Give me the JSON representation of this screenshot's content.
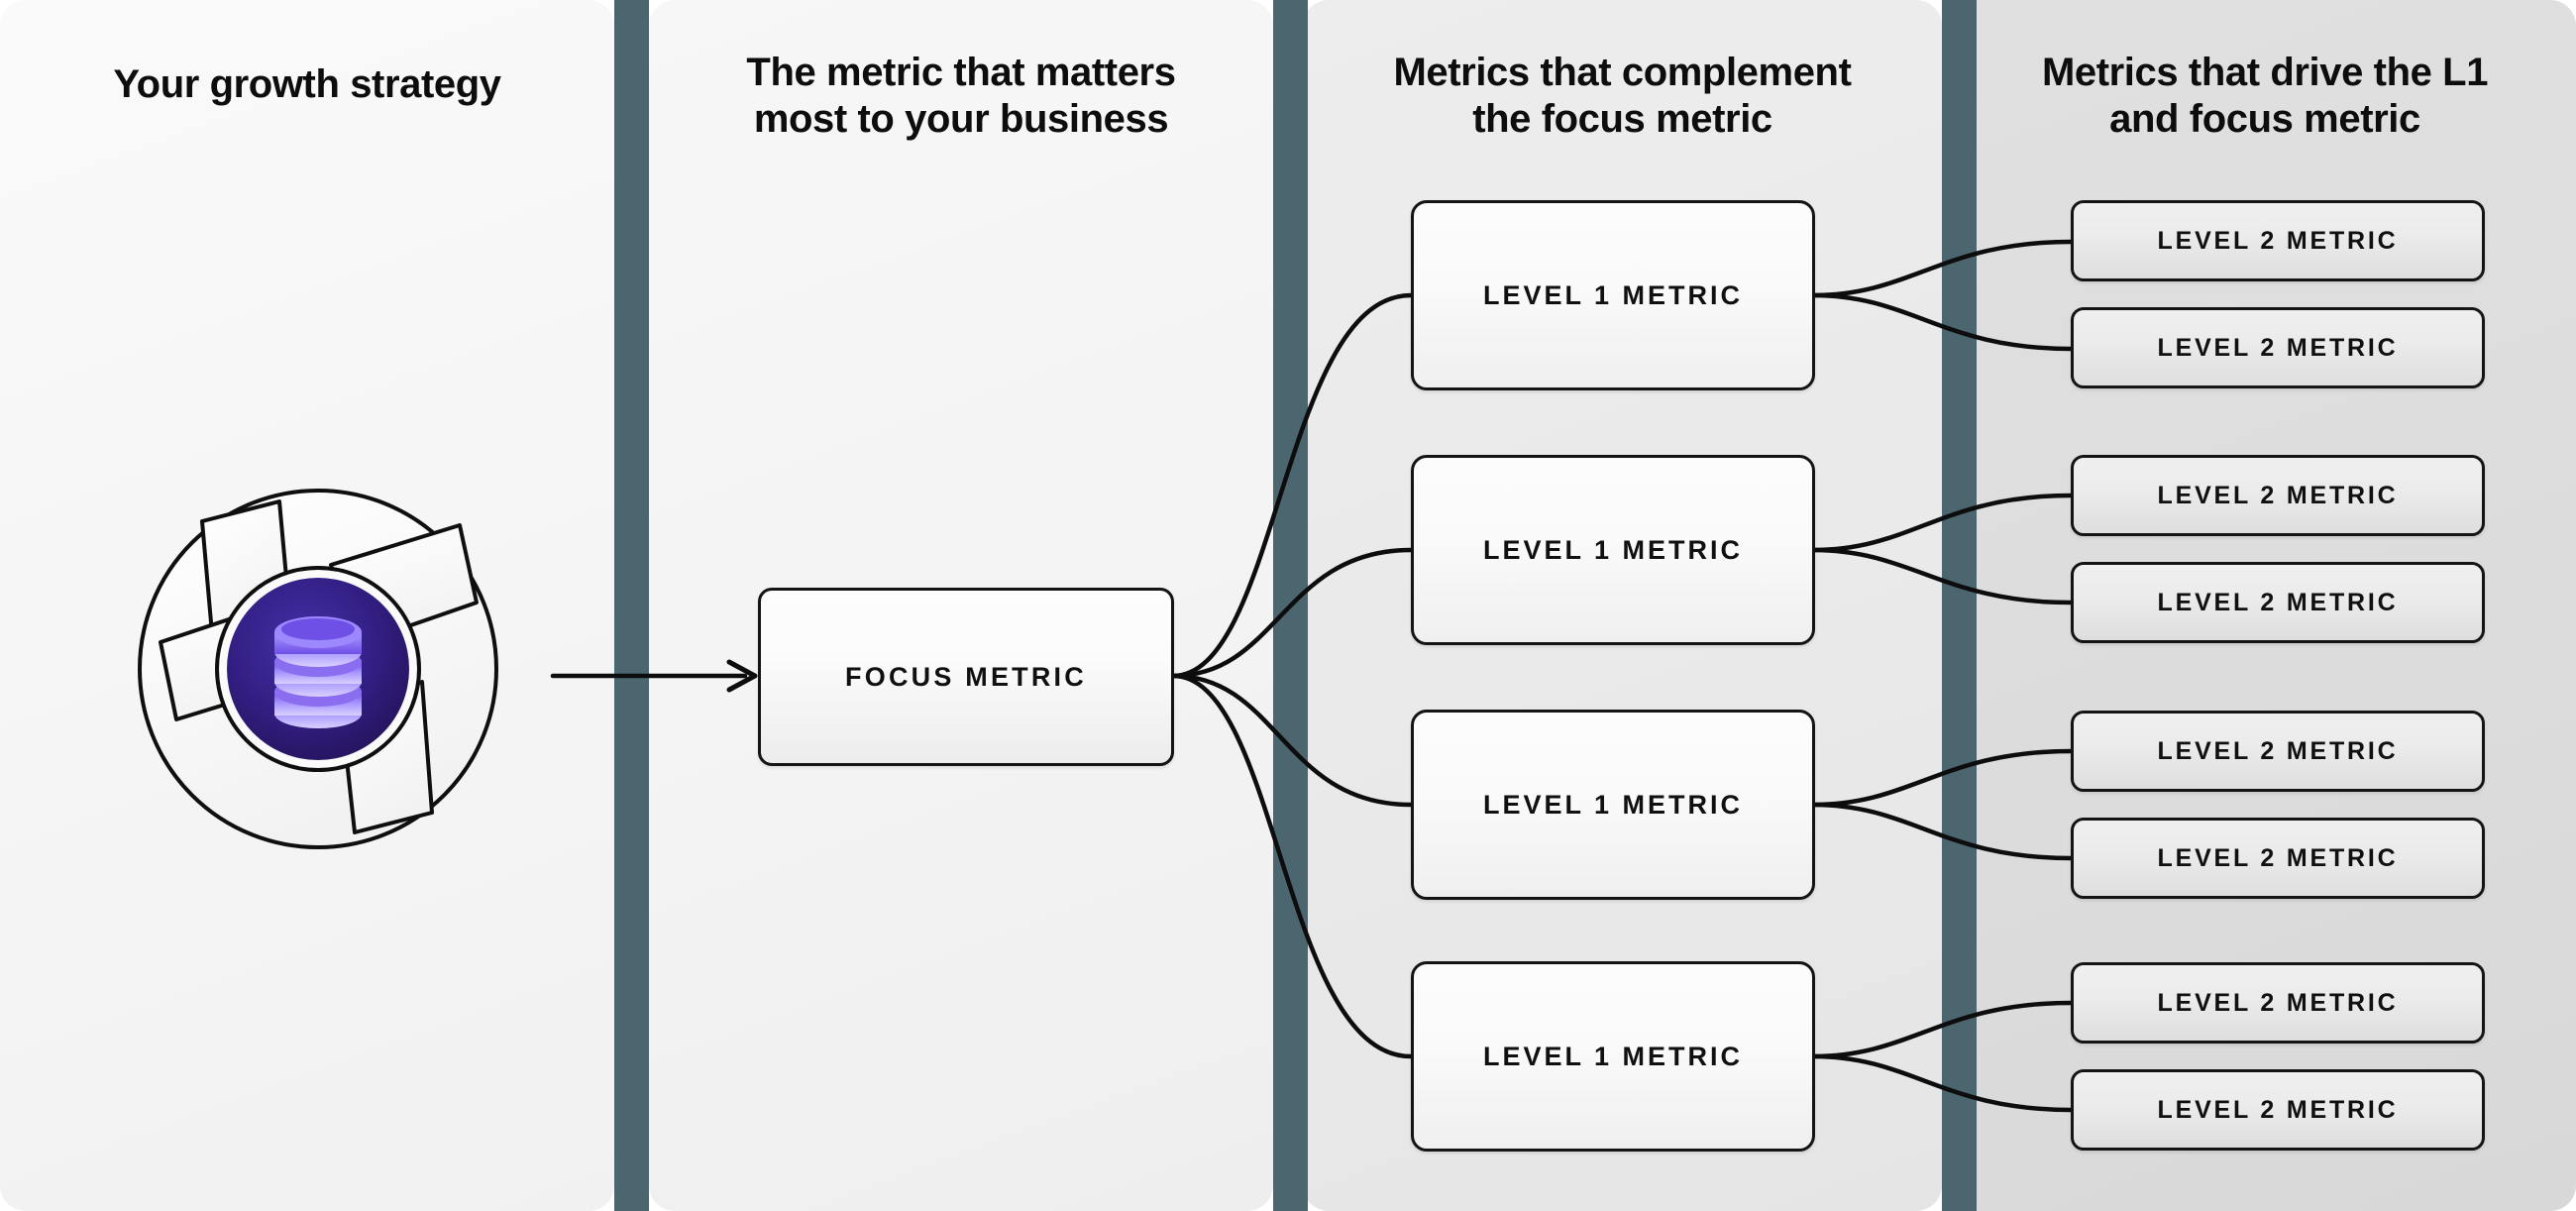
{
  "diagram": {
    "kind": "metrics-tree",
    "columns": [
      {
        "id": "strategy",
        "title": "Your growth strategy"
      },
      {
        "id": "focus",
        "title": "The metric that matters most to your business"
      },
      {
        "id": "l1",
        "title": "Metrics that complement the focus metric"
      },
      {
        "id": "l2",
        "title": "Metrics that drive the L1 and focus metric"
      }
    ],
    "column_titles": {
      "strategy": {
        "line1": "Your growth strategy",
        "line2": ""
      },
      "focus": {
        "line1": "The metric that matters",
        "line2": "most to your business"
      },
      "l1": {
        "line1": "Metrics that complement",
        "line2": "the focus metric"
      },
      "l2": {
        "line1": "Metrics that drive the L1",
        "line2": "and focus metric"
      }
    },
    "logo": {
      "name": "aperture-database-logo",
      "outer_shape": "aperture-blades-circle",
      "inner_icon": "database-icon",
      "inner_circle_color": "#2d1b69",
      "database_color": "#7c5cf5",
      "database_highlight": "#c6b9ff",
      "stroke_color": "#101010"
    },
    "focus_node": {
      "label": "FOCUS METRIC"
    },
    "l1_nodes": [
      {
        "label": "LEVEL 1 METRIC"
      },
      {
        "label": "LEVEL 1 METRIC"
      },
      {
        "label": "LEVEL 1 METRIC"
      },
      {
        "label": "LEVEL 1 METRIC"
      }
    ],
    "l2_nodes": [
      {
        "label": "LEVEL 2 METRIC"
      },
      {
        "label": "LEVEL 2 METRIC"
      },
      {
        "label": "LEVEL 2 METRIC"
      },
      {
        "label": "LEVEL 2 METRIC"
      },
      {
        "label": "LEVEL 2 METRIC"
      },
      {
        "label": "LEVEL 2 METRIC"
      },
      {
        "label": "LEVEL 2 METRIC"
      },
      {
        "label": "LEVEL 2 METRIC"
      }
    ],
    "colors": {
      "divider": "#4c6670",
      "column_1_bg": "#f7f7f7",
      "column_2_bg": "#f3f3f3",
      "column_3_bg": "#e9e9e9",
      "column_4_bg": "#dcdcdc",
      "node_stroke": "#141414",
      "connector_stroke": "#0d0d0d",
      "text": "#101010"
    }
  }
}
